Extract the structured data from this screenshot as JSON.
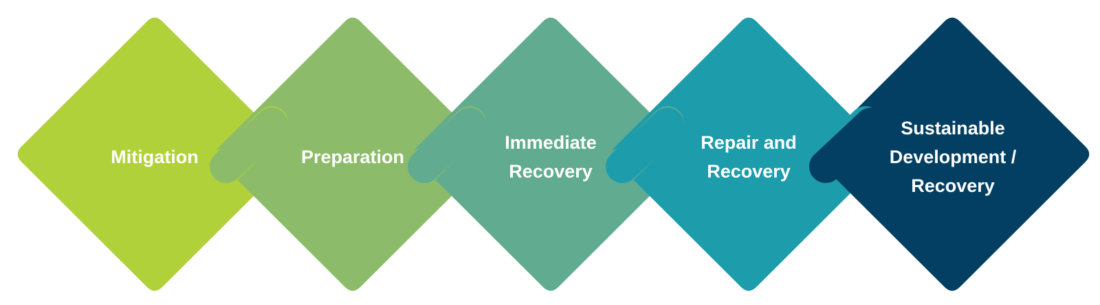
{
  "stages": [
    {
      "label": "Mitigation",
      "color": "#b0d139"
    },
    {
      "label": "Preparation",
      "color": "#8cbb69"
    },
    {
      "label": "Immediate\nRecovery",
      "color": "#61ab90"
    },
    {
      "label": "Repair and\nRecovery",
      "color": "#1d9cab"
    },
    {
      "label": "Sustainable\nDevelopment /\nRecovery",
      "color": "#033f63"
    }
  ]
}
